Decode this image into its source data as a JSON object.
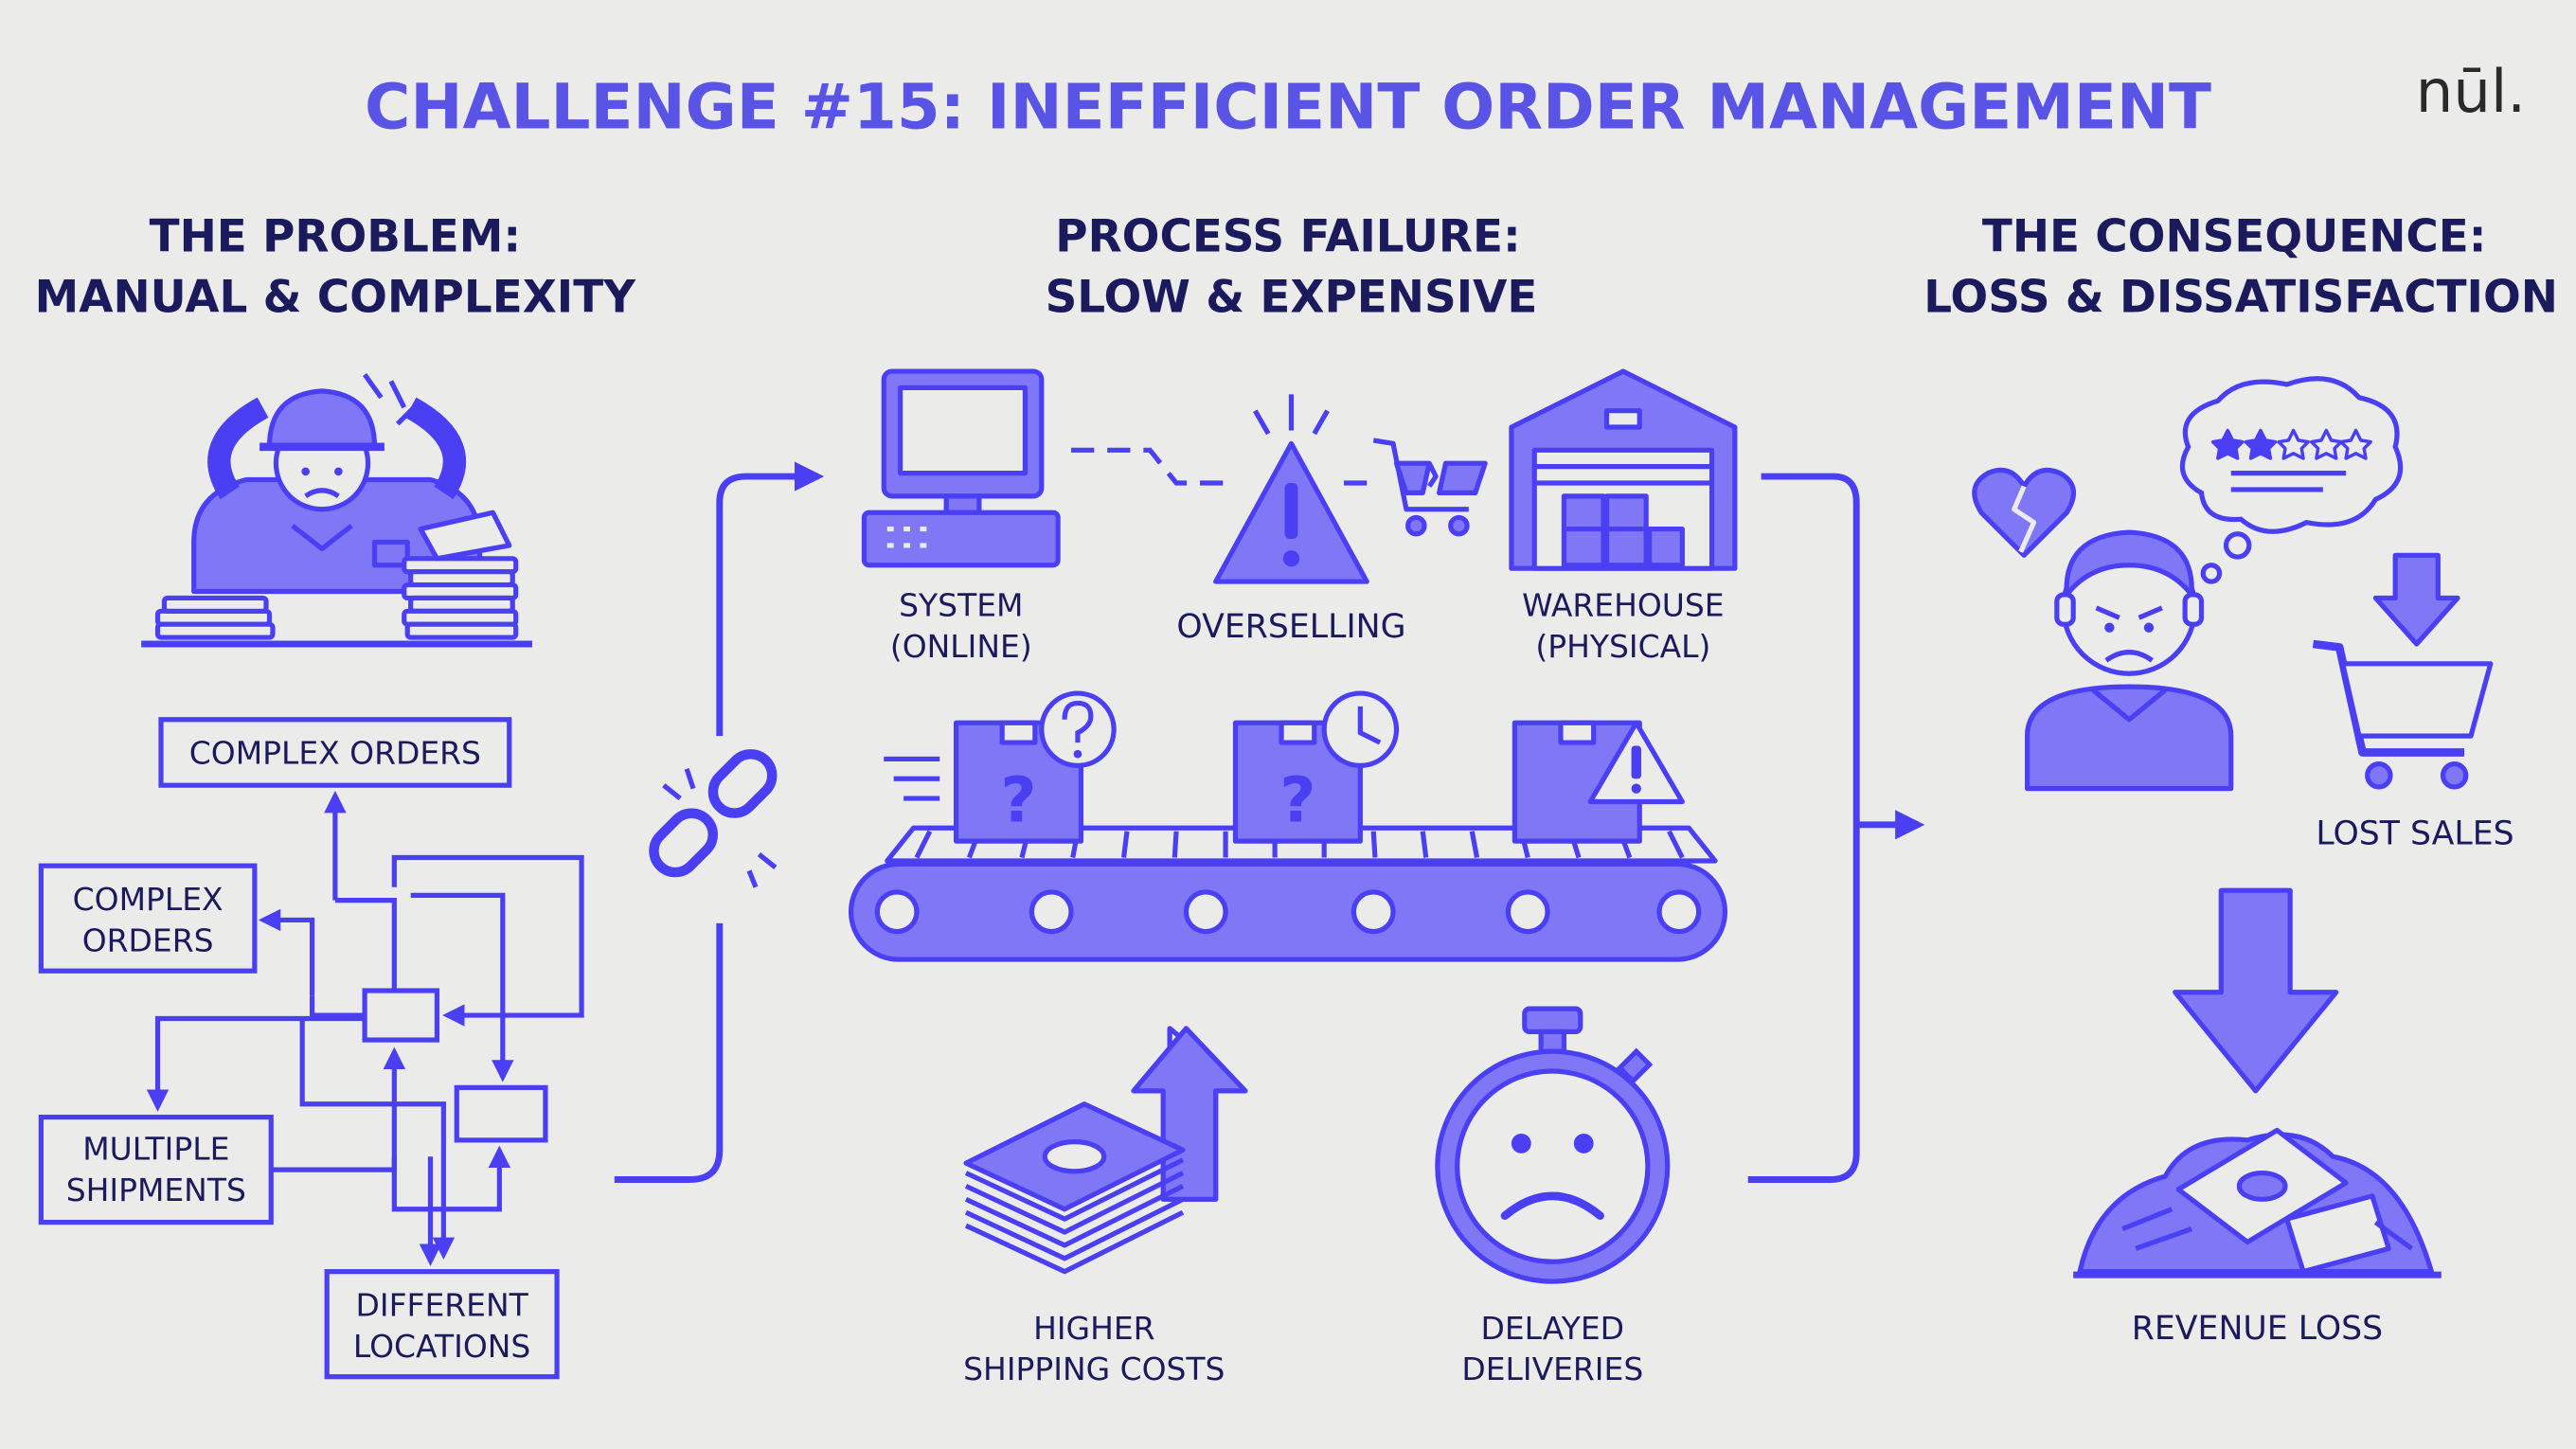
{
  "title": "CHALLENGE #15: INEFFICIENT ORDER MANAGEMENT",
  "logo": "nūl.",
  "colors": {
    "primary": "#4a3ff2",
    "fill": "#7f77f6",
    "title": "#5a54e6",
    "dark": "#1b1a5c",
    "background": "#ebebea"
  },
  "problem": {
    "heading_line1": "THE PROBLEM:",
    "heading_line2": "MANUAL & COMPLEXITY",
    "boxes": {
      "complex_orders_top": "COMPLEX ORDERS",
      "complex_orders_left_line1": "COMPLEX",
      "complex_orders_left_line2": "ORDERS",
      "multiple_shipments_line1": "MULTIPLE",
      "multiple_shipments_line2": "SHIPMENTS",
      "different_locations_line1": "DIFFERENT",
      "different_locations_line2": "LOCATIONS"
    },
    "icons": [
      "stressed-worker-icon",
      "paper-stacks-icon"
    ]
  },
  "process": {
    "heading_line1": "PROCESS FAILURE:",
    "heading_line2": "SLOW & EXPENSIVE",
    "system_line1": "SYSTEM",
    "system_line2": "(ONLINE)",
    "overselling": "OVERSELLING",
    "warehouse_line1": "WAREHOUSE",
    "warehouse_line2": "(PHYSICAL)",
    "shipping_line1": "HIGHER",
    "shipping_line2": "SHIPPING COSTS",
    "delayed_line1": "DELAYED",
    "delayed_line2": "DELIVERIES",
    "box_marks": [
      "?",
      "?"
    ],
    "icons": [
      "computer-icon",
      "warning-icon",
      "broken-cart-icon",
      "warehouse-icon",
      "conveyor-belt-icon",
      "money-stack-icon",
      "sad-stopwatch-icon",
      "broken-chain-icon"
    ]
  },
  "consequence": {
    "heading_line1": "THE CONSEQUENCE:",
    "heading_line2": "LOSS & DISSATISFACTION",
    "lost_sales": "LOST SALES",
    "revenue_loss": "REVENUE LOSS",
    "icons": [
      "broken-heart-icon",
      "angry-customer-icon",
      "bad-rating-bubble-icon",
      "empty-cart-icon",
      "down-arrow-icon",
      "money-pile-icon"
    ]
  }
}
